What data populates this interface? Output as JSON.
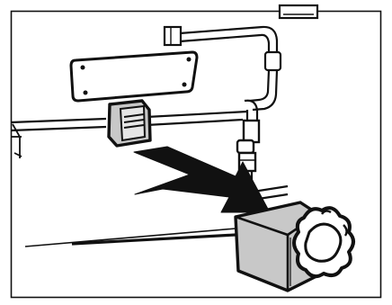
{
  "figure": {
    "colors": {
      "ink": "#111111",
      "paper": "#ffffff",
      "part_fill": "#c8c8c8",
      "highlight": "#e6e6e6"
    },
    "parts": [
      "frame-border",
      "mounting-plate",
      "horizontal-rail",
      "vertical-pipe",
      "pipe-clips",
      "cable-connector",
      "plug-housing-installed",
      "removal-arrow",
      "plug-housing-removed",
      "clip-bracket"
    ]
  }
}
